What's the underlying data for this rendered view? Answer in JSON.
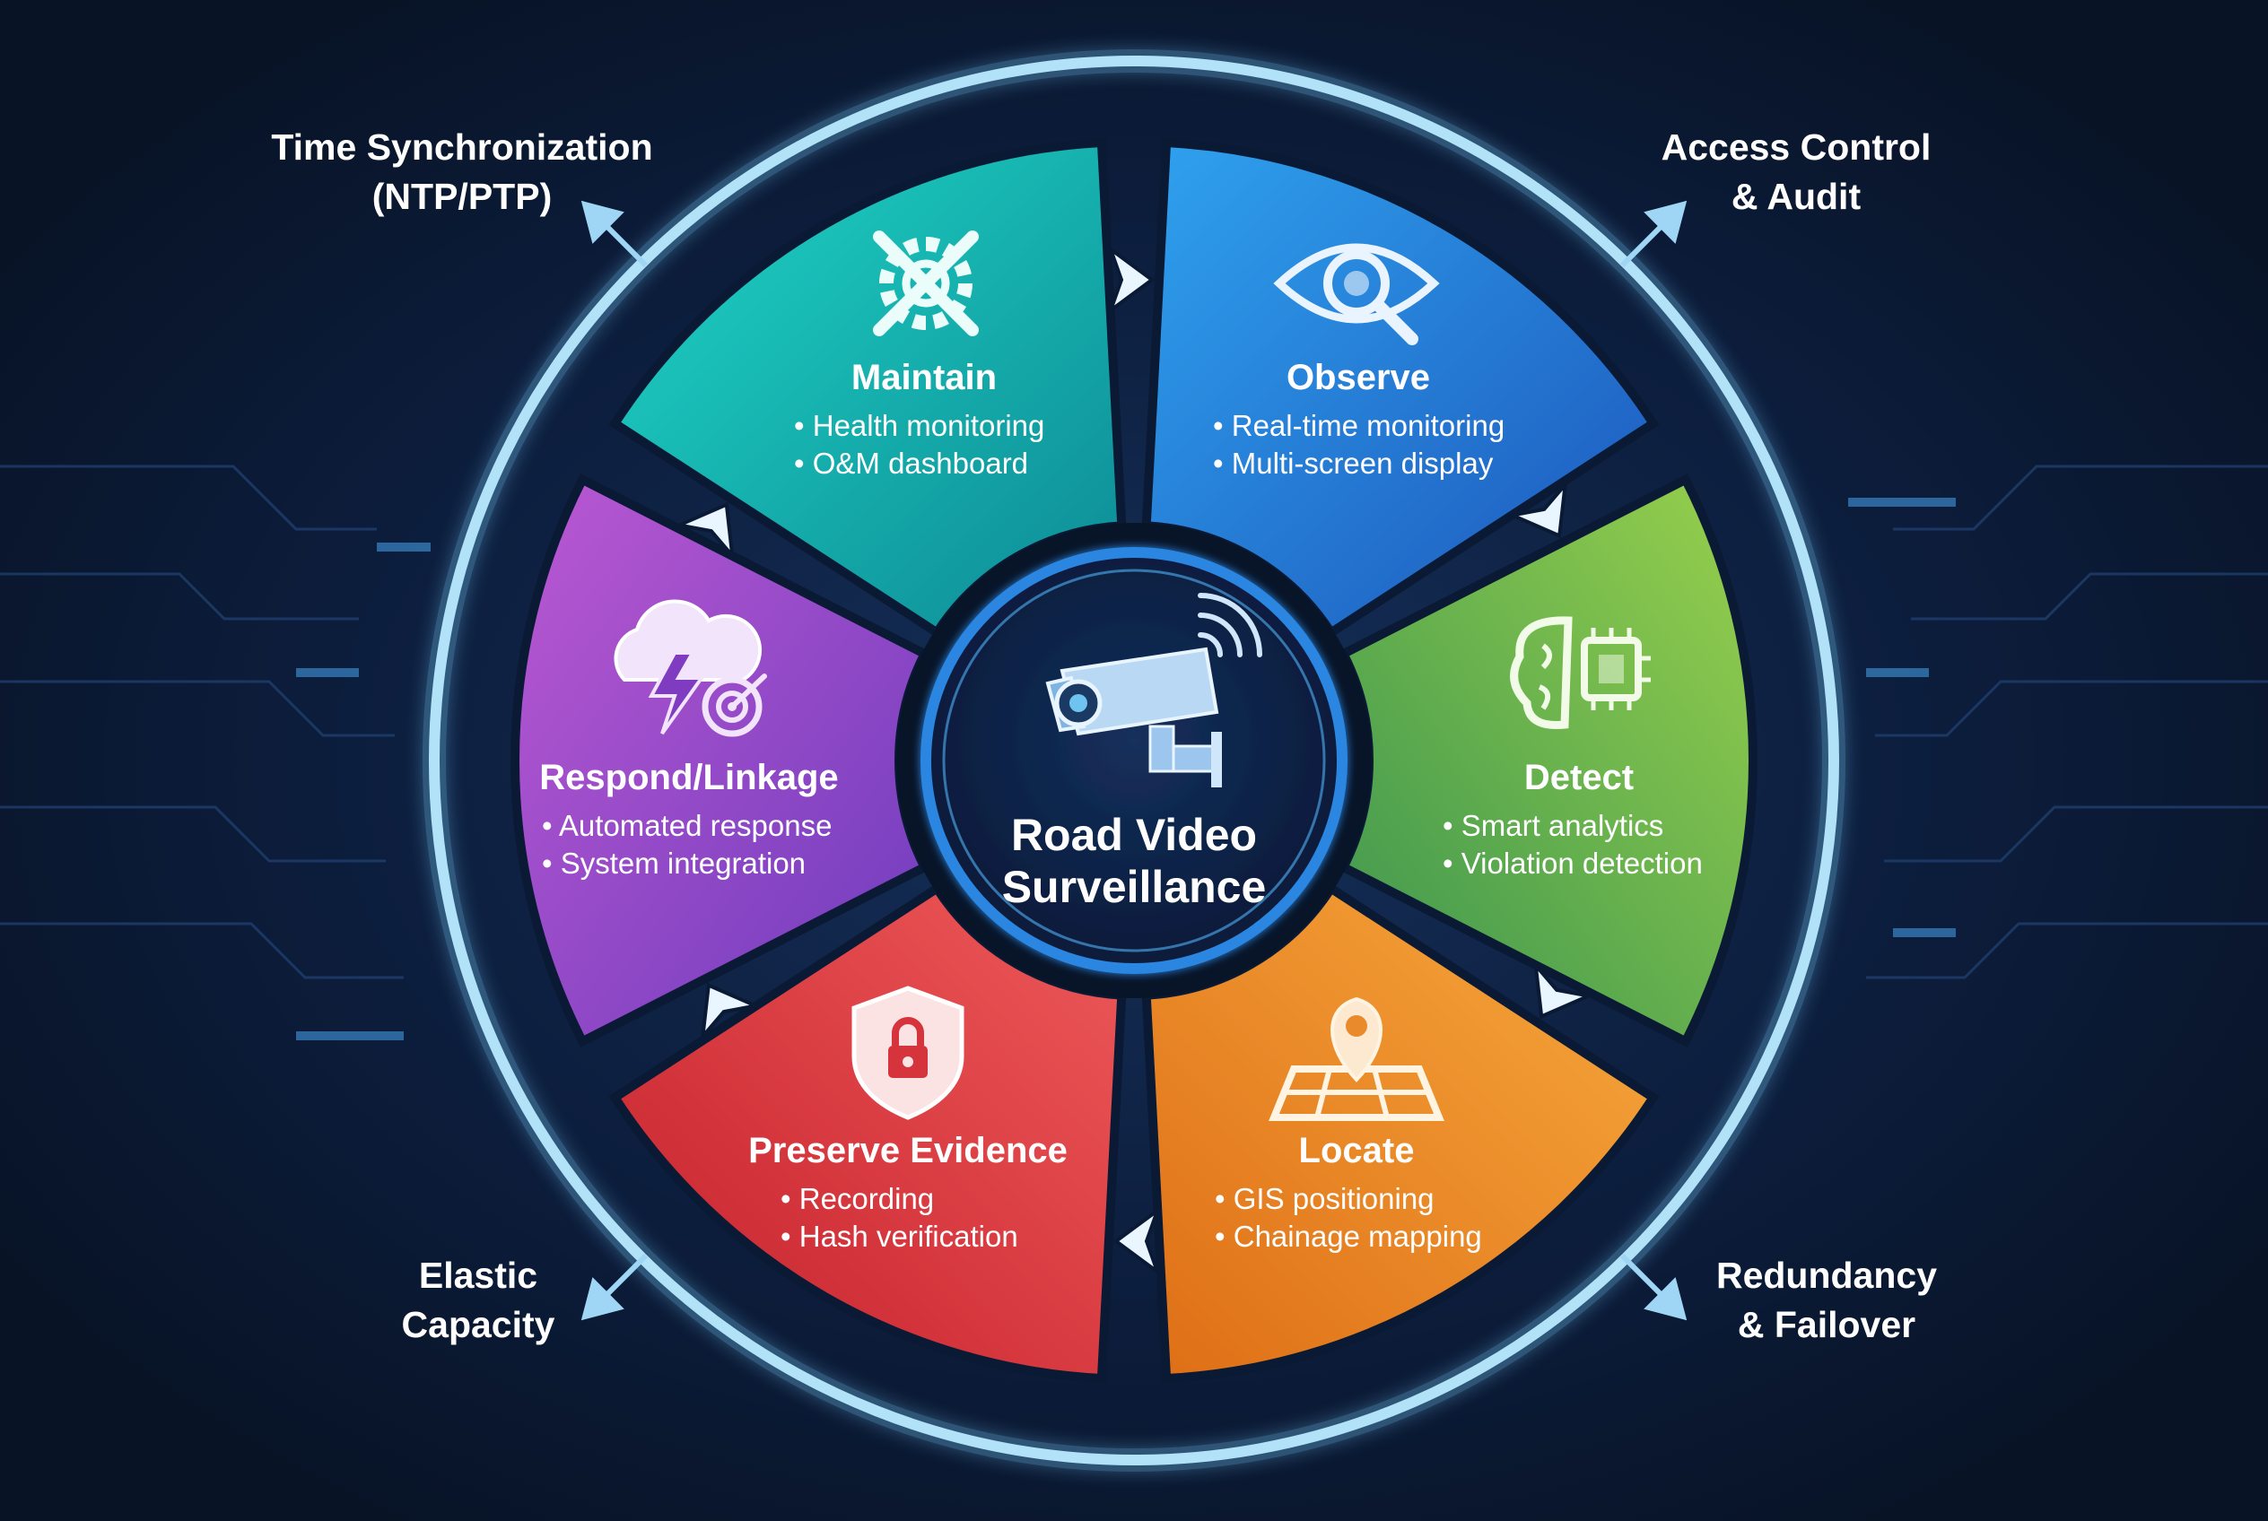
{
  "center": {
    "line1": "Road Video",
    "line2": "Surveillance"
  },
  "stages": [
    {
      "id": "maintain",
      "title": "Maintain",
      "bullets": [
        "Health monitoring",
        "O&M dashboard"
      ],
      "icon": "gear-wrench-icon",
      "color_from": "#18cfc3",
      "color_to": "#0f8f96"
    },
    {
      "id": "observe",
      "title": "Observe",
      "bullets": [
        "Real-time monitoring",
        "Multi-screen display"
      ],
      "icon": "eye-magnifier-icon",
      "color_from": "#2f96e8",
      "color_to": "#1f5fc0"
    },
    {
      "id": "detect",
      "title": "Detect",
      "bullets": [
        "Smart analytics",
        "Violation detection"
      ],
      "icon": "brain-chip-icon",
      "color_from": "#8ac84a",
      "color_to": "#3f9a4e"
    },
    {
      "id": "locate",
      "title": "Locate",
      "bullets": [
        "GIS positioning",
        "Chainage mapping"
      ],
      "icon": "map-pin-icon",
      "color_from": "#f5a33b",
      "color_to": "#e0741a"
    },
    {
      "id": "preserve",
      "title": "Preserve Evidence",
      "bullets": [
        "Recording",
        "Hash verification"
      ],
      "icon": "shield-lock-icon",
      "color_from": "#ea5555",
      "color_to": "#c8222c"
    },
    {
      "id": "respond",
      "title": "Respond/Linkage",
      "bullets": [
        "Automated response",
        "System integration"
      ],
      "icon": "cloud-bolt-target-icon",
      "color_from": "#b253cf",
      "color_to": "#7c3fbf"
    }
  ],
  "corners": {
    "top_left": {
      "line1": "Time Synchronization",
      "line2": "(NTP/PTP)"
    },
    "top_right": {
      "line1": "Access Control",
      "line2": "& Audit"
    },
    "bottom_left": {
      "line1": "Elastic",
      "line2": "Capacity"
    },
    "bottom_right": {
      "line1": "Redundancy",
      "line2": "& Failover"
    }
  },
  "colors": {
    "background": "#0a1730",
    "ring": "#a8dcf6",
    "hub_ring": "#2a86e0",
    "text": "#ffffff"
  }
}
